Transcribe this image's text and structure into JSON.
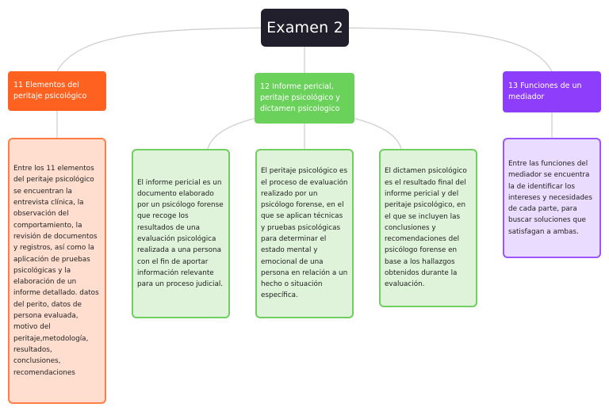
{
  "root": {
    "title": "Examen 2"
  },
  "branches": {
    "left": {
      "title": "11 Elementos del peritaje psicológico",
      "cards": [
        "Entre los 11 elementos del peritaje psicológico se encuentran la entrevista clínica, la observación del comportamiento, la revisión de documentos y registros, así como la aplicación de pruebas psicológicas y la elaboración de un informe detallado. datos del perito, datos de persona evaluada, motivo del peritaje,metodología, resultados, conclusiones, recomendaciones"
      ]
    },
    "center": {
      "title": "12 Informe pericial, peritaje psicológico y dictamen psicologico",
      "cards": [
        "El informe pericial es un documento elaborado por un psicólogo forense que recoge los resultados de una evaluación psicológica realizada a una persona con el fin de aportar información relevante para un proceso judicial.",
        "El peritaje psicológico es el proceso de evaluación realizado por un psicólogo forense, en el que se aplican técnicas y pruebas psicológicas para determinar el estado mental y emocional de una persona en relación a un hecho o situación específica.",
        "El dictamen psicológico es el resultado final del informe pericial y del peritaje psicológico, en el que se incluyen las conclusiones y recomendaciones del psicólogo forense en base a los hallazgos obtenidos durante la evaluación."
      ]
    },
    "right": {
      "title": "13 Funciones de un mediador",
      "cards": [
        "Entre las funciones del mediador se encuentra la de identificar los intereses y necesidades de cada parte, para buscar soluciones que satisfagan a ambas."
      ]
    }
  },
  "colors": {
    "root": "#211f2b",
    "orange": "#ff6121",
    "green": "#6ad15b",
    "purple": "#8e3dfa",
    "connector": "#cfcfcf"
  }
}
